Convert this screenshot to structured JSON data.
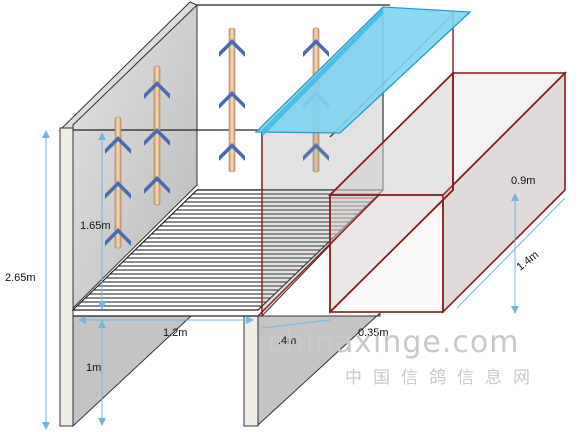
{
  "dimensions": {
    "total_height": "2.65m",
    "upper_height": "1.65m",
    "lower_height": "1m",
    "depth": "1.2m",
    "slat_width": ".4m",
    "box_height": "0.9m",
    "box_length": "1.4m",
    "box_width": "0.35m"
  },
  "watermark": {
    "latin": "chinaxinge.com",
    "cjk": "中国信鸽信息网"
  },
  "icons": {
    "perch": "perch-arrow-icon"
  },
  "colors": {
    "wall": "#c9c9c9",
    "frame_red": "#8b1a1a",
    "water_tank": "#7fd3f0",
    "floor_grate": "#1a1a1a",
    "dimension_line": "#6fb8e0",
    "perch_arrow": "#4a6bb0",
    "perch_post": "#e7c29a"
  }
}
